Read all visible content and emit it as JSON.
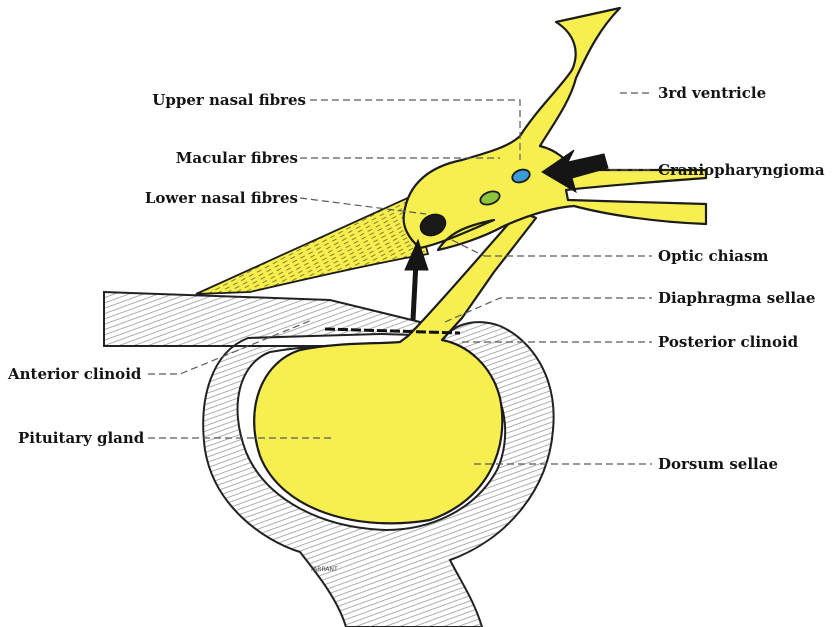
{
  "labels": {
    "upper_nasal": "Upper nasal fibres",
    "macular": "Macular fibres",
    "lower_nasal": "Lower nasal fibres",
    "third_ventricle": "3rd ventricle",
    "craniopharyngioma": "Craniopharyngioma",
    "optic_chiasm": "Optic chiasm",
    "diaphragma_sellae": "Diaphragma sellae",
    "posterior_clinoid": "Posterior clinoid",
    "anterior_clinoid": "Anterior clinoid",
    "pituitary_gland": "Pituitary gland",
    "dorsum_sellae": "Dorsum sellae"
  },
  "signature": "TARRANT",
  "colors": {
    "neural_tissue": "#f7ef4f",
    "bone_hatch": "#9a9a9a",
    "lower_nasal_fibres": "#1a1a1a",
    "macular_fibres": "#8cc63f",
    "upper_nasal_fibres": "#3b9bd6"
  }
}
